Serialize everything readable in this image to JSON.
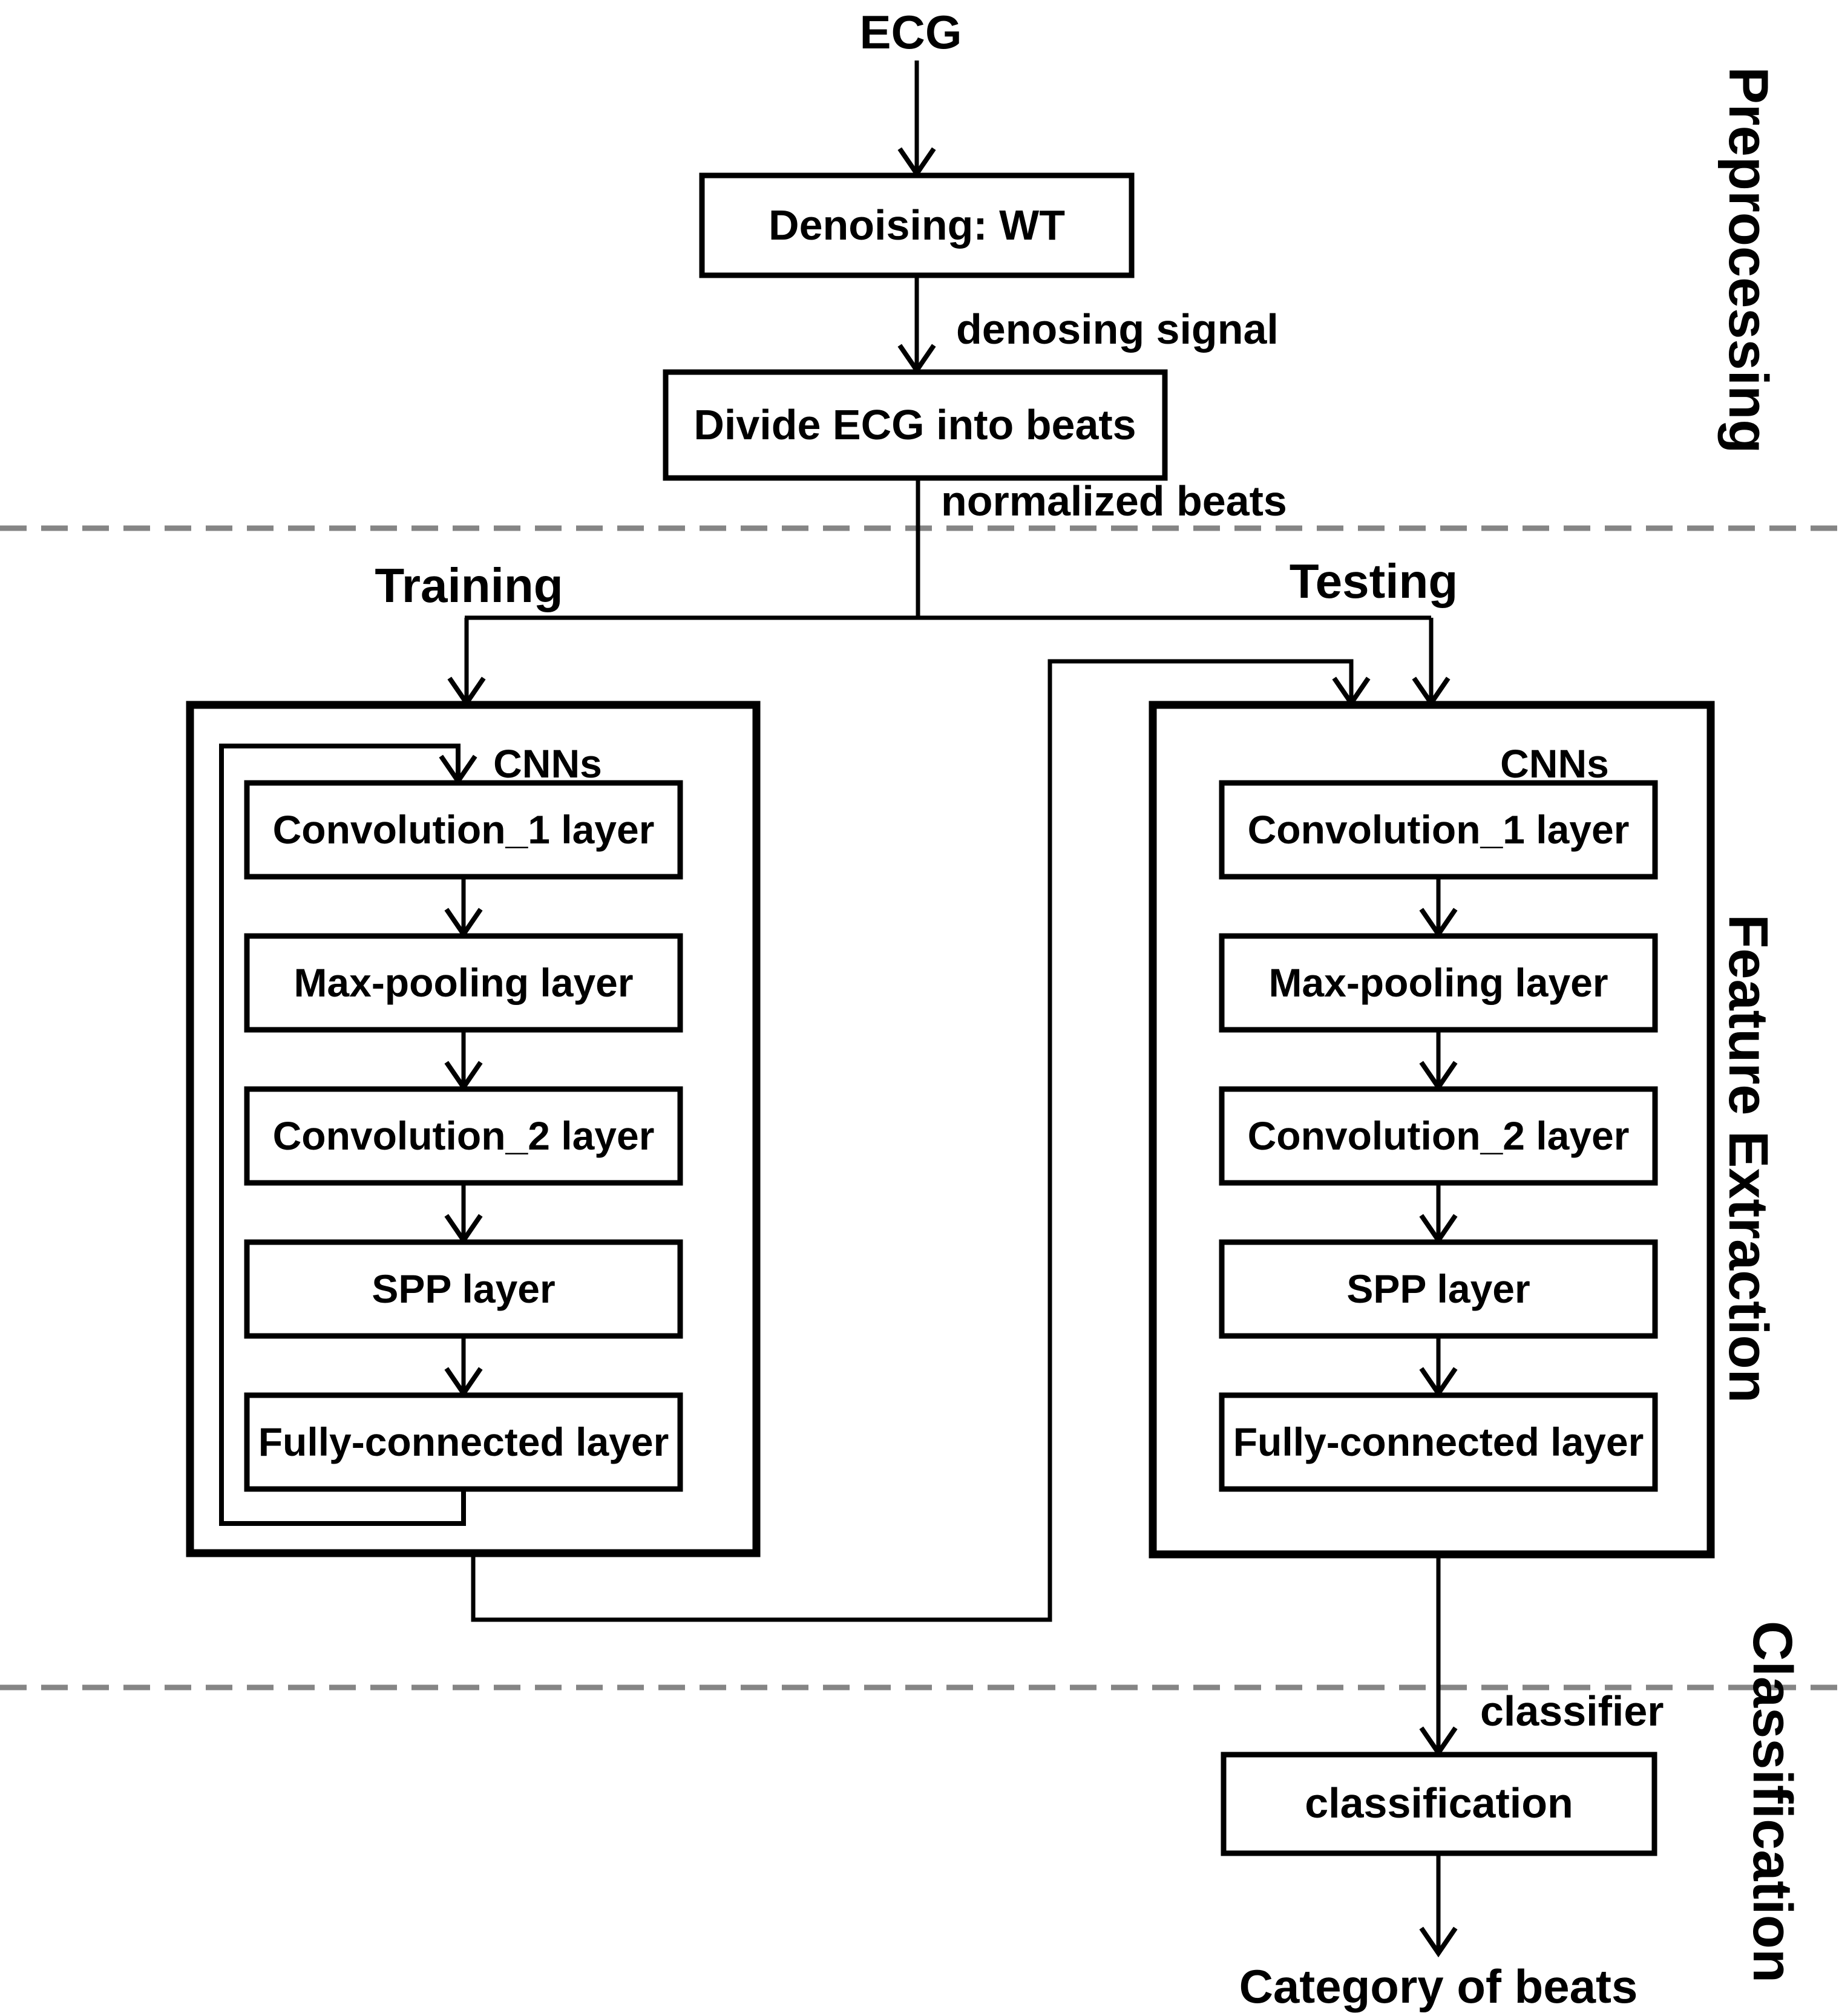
{
  "diagram": {
    "ecg": "ECG",
    "denoising": "Denoising: WT",
    "denosing_signal": "denosing signal",
    "divide": "Divide ECG into beats",
    "normalized_beats": "normalized beats",
    "training": "Training",
    "testing": "Testing",
    "cnns": "CNNs",
    "layers": [
      "Convolution_1 layer",
      "Max-pooling layer",
      "Convolution_2 layer",
      "SPP layer",
      "Fully-connected layer"
    ],
    "classifier": "classifier",
    "classification_box": "classification",
    "category": "Category of beats",
    "sections": {
      "preprocessing": "Preprocessing",
      "feature_extraction": "Feature Extraction",
      "classification": "Classification"
    },
    "colors": {
      "line": "#000000",
      "divider": "#858585",
      "background": "#ffffff"
    }
  }
}
